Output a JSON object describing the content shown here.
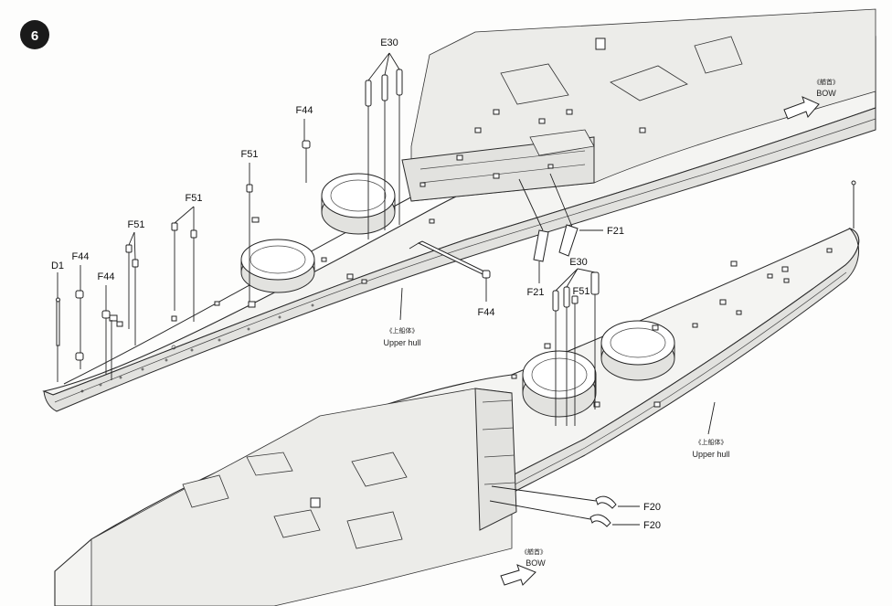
{
  "step": {
    "number": "6"
  },
  "callouts": {
    "e30_a": "E30",
    "f44_a": "F44",
    "f51_a": "F51",
    "f51_b": "F51",
    "f51_c": "F51",
    "d1": "D1",
    "f44_b": "F44",
    "f44_c": "F44",
    "f44_d": "F44",
    "f21_a": "F21",
    "f21_b": "F21",
    "e30_b": "E30",
    "f51_d": "F51",
    "f20_a": "F20",
    "f20_b": "F20"
  },
  "hull_labels": {
    "upper_cn": "《上船体》",
    "upper_en": "Upper hull",
    "lower_cn": "《上船体》",
    "lower_en": "Upper hull"
  },
  "bow_labels": {
    "top_cn": "《艏首》",
    "top_en": "BOW",
    "bottom_cn": "《艏首》",
    "bottom_en": "BOW"
  },
  "colors": {
    "line": "#2b2b2b",
    "paper": "#fdfdfc",
    "step_badge": "#1a1a1a"
  }
}
